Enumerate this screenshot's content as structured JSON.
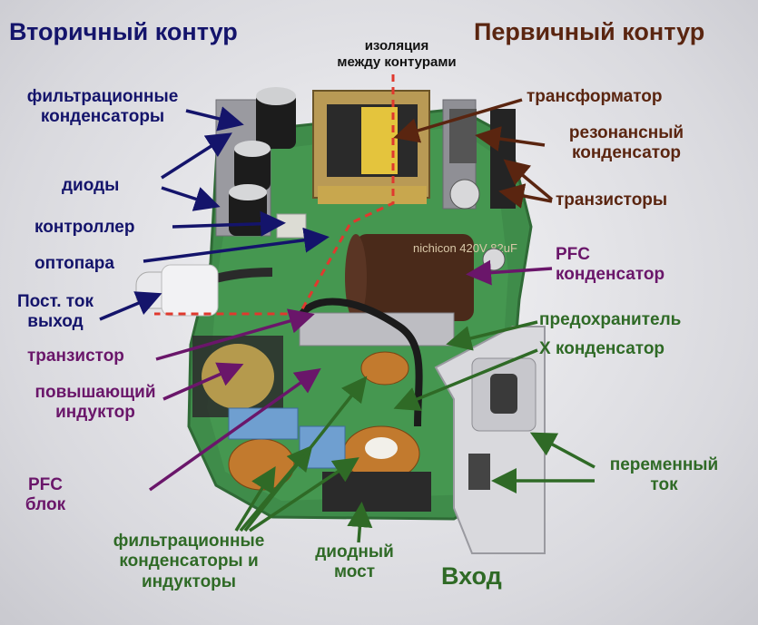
{
  "headings": {
    "secondary": "Вторичный контур",
    "primary": "Первичный контур",
    "input": "Вход"
  },
  "labels": {
    "isolation": "изоляция\nмежду контурами",
    "filter_caps": "фильтрационные\nконденсаторы",
    "diodes": "диоды",
    "controller": "контроллер",
    "optocoupler": "оптопара",
    "dc_out": "Пост. ток\nвыход",
    "transistor": "транзистор",
    "boost_inductor": "повышающий\nиндуктор",
    "pfc_block": "PFC\nблок",
    "filter_caps_inductors": "фильтрационные\nконденсаторы и\nиндукторы",
    "diode_bridge": "диодный\nмост",
    "transformer": "трансформатор",
    "resonant_cap": "резонансный\nконденсатор",
    "transistors": "транзисторы",
    "pfc_cap": "PFC\nконденсатор",
    "fuse": "предохранитель",
    "x_cap": "X конденсатор",
    "ac": "переменный\nток"
  },
  "capacitor_marking": "nichicon 420V 82uF",
  "colors": {
    "secondary": "#14146b",
    "primary": "#5a2510",
    "purple": "#6a166a",
    "green": "#2f6a26",
    "isolation_line": "#e0392e"
  }
}
